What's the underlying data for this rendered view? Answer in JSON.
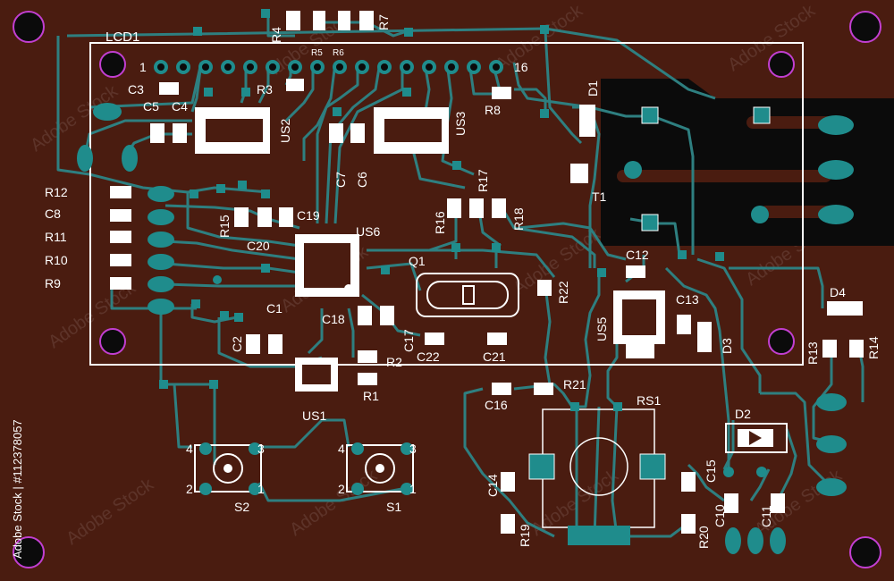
{
  "colors": {
    "board": "#4a1c10",
    "trace": "#2e7f80",
    "pad": "#1f8c8c",
    "silk": "#ffffff",
    "copper_fill": "#0b0b0b",
    "mount": "#c23fd1"
  },
  "labels": {
    "lcd": "LCD1",
    "pin1": "1",
    "pin16": "16",
    "c3": "C3",
    "c4": "C4",
    "c5": "C5",
    "c6": "C6",
    "c7": "C7",
    "c8": "C8",
    "c1": "C1",
    "c2": "C2",
    "c10": "C10",
    "c11": "C11",
    "c12": "C12",
    "c13": "C13",
    "c14": "C14",
    "c15": "C15",
    "c16": "C16",
    "c17": "C17",
    "c18": "C18",
    "c19": "C19",
    "c20": "C20",
    "c21": "C21",
    "c22": "C22",
    "r1": "R1",
    "r2": "R2",
    "r3": "R3",
    "r4": "R4",
    "r5": "R5",
    "r6": "R6",
    "r7": "R7",
    "r8": "R8",
    "r9": "R9",
    "r10": "R10",
    "r11": "R11",
    "r12": "R12",
    "r13": "R13",
    "r14": "R14",
    "r15": "R15",
    "r16": "R16",
    "r17": "R17",
    "r18": "R18",
    "r19": "R19",
    "r20": "R20",
    "r21": "R21",
    "r22": "R22",
    "us1": "US1",
    "us2": "US2",
    "us3": "US3",
    "us5": "US5",
    "us6": "US6",
    "d1": "D1",
    "d2": "D2",
    "d3": "D3",
    "d4": "D4",
    "t1": "T1",
    "q1": "Q1",
    "rs1": "RS1",
    "s1": "S1",
    "s2": "S2",
    "sw_pin1": "1",
    "sw_pin2": "2",
    "sw_pin3": "3",
    "sw_pin4": "4",
    "watermark": "Adobe Stock",
    "stock_id": "Adobe Stock | #112378057"
  }
}
